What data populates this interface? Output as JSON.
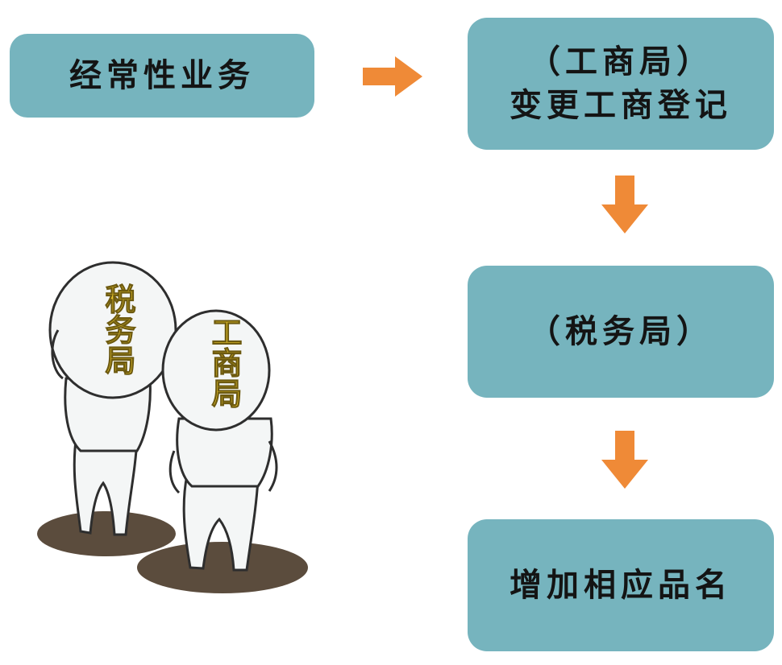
{
  "flow": {
    "daily_business": "经常性业务",
    "gs_bureau_line1": "（工商局）",
    "gs_bureau_line2": "变更工商登记",
    "tax_bureau": "（税务局）",
    "add_items": "增加相应品名"
  },
  "figures": {
    "left_label": "税务局",
    "right_label": "工商局"
  },
  "colors": {
    "box": "#76b4be",
    "arrow": "#ef8a37",
    "label_text": "#e8c52c",
    "shadow": "#5b4c3d"
  }
}
